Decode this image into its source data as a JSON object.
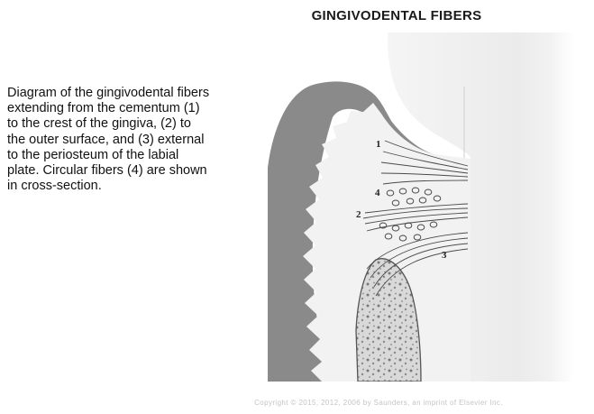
{
  "title": "GINGIVODENTAL FIBERS",
  "description": "Diagram of the gingivodental fibers extending from the cementum (1) to the crest of the gingiva, (2) to the outer surface, and (3) external to the periosteum of the labial plate. Circular fibers (4) are shown in cross-section.",
  "labels": {
    "l1": "1",
    "l2": "2",
    "l3": "3",
    "l4": "4"
  },
  "copyright": "Copyright © 2015, 2012, 2006 by Saunders, an imprint of Elsevier Inc."
}
